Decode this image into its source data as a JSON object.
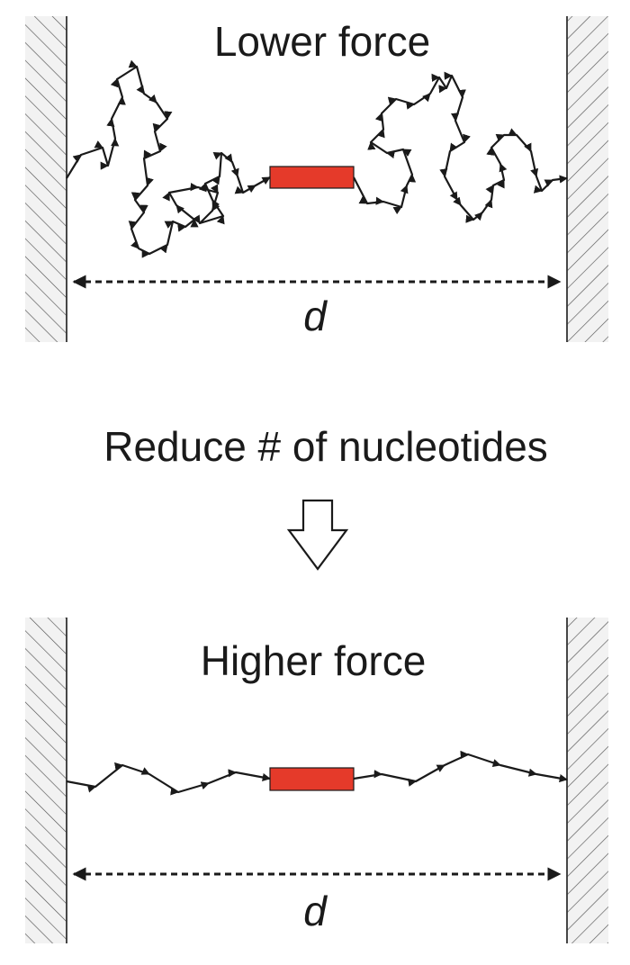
{
  "top_panel": {
    "title": "Lower force",
    "distance_label": "d"
  },
  "transition": {
    "text": "Reduce # of nucleotides",
    "arrow_icon": "down-arrow-outline-icon"
  },
  "bottom_panel": {
    "title": "Higher force",
    "distance_label": "d"
  },
  "colors": {
    "attached_molecule": "#e53a2a",
    "chain": "#1a1a1a",
    "wall_hatch": "#555555"
  }
}
